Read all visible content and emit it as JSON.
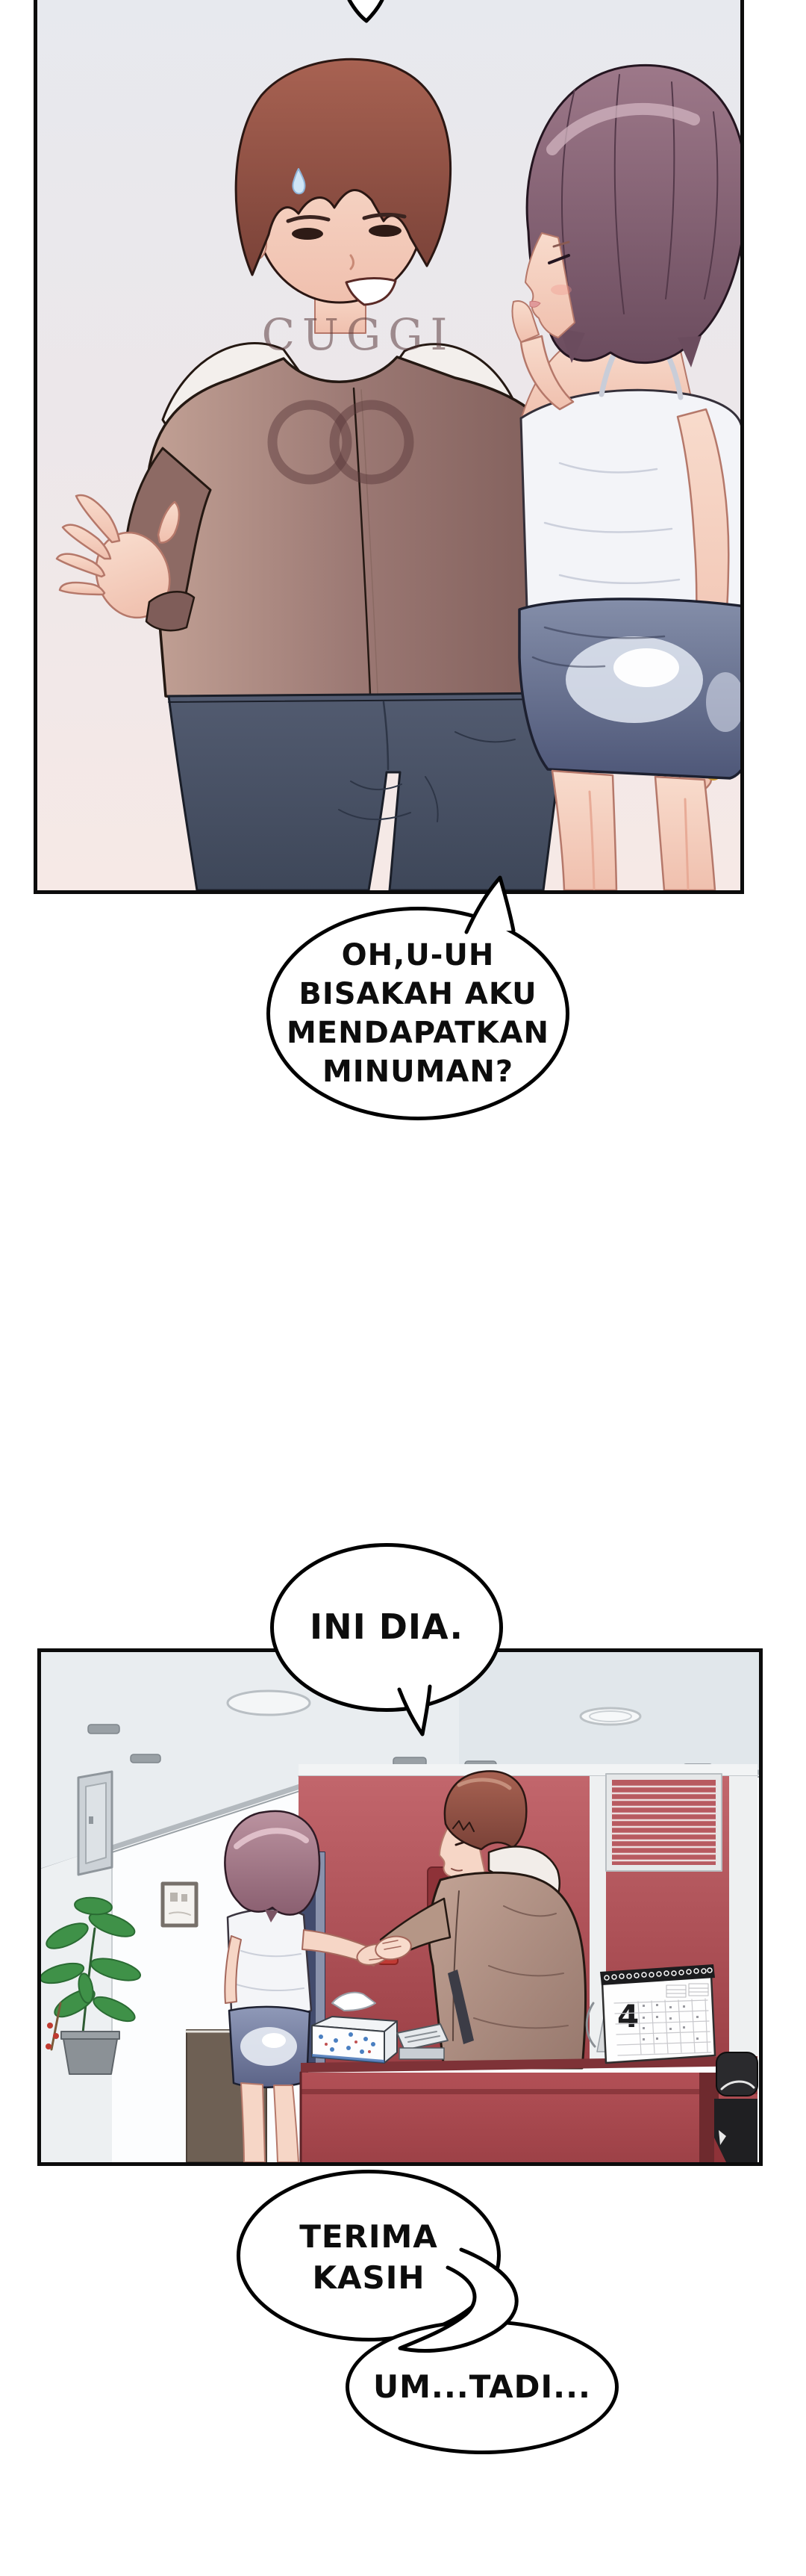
{
  "page": {
    "kind": "webtoon comic page",
    "language": "Indonesian",
    "background_color": "#ffffff"
  },
  "bubbles": {
    "b1": {
      "lines": [
        "OH,U-UH",
        "BISAKAH AKU",
        "MENDAPATKAN",
        "MINUMAN?"
      ]
    },
    "b2": {
      "text": "INI DIA."
    },
    "b3": {
      "text": "TERIMA KASIH"
    },
    "b4": {
      "text": "UM...TADI..."
    }
  },
  "panel1": {
    "hoodie_text": "CUGGI",
    "colors": {
      "background_top": "#e7e9ee",
      "background_bottom": "#f6e9e6",
      "hoodie_brown": "#9b7873",
      "jeans_blue": "#46506a",
      "skirt_blue": "#6e7894",
      "man_hair": "#9a5a4c",
      "woman_hair": "#8a6578",
      "bracelet_gold": "#c9972f"
    }
  },
  "panel2": {
    "calendar_number": "4",
    "colors": {
      "locker_red": "#b05056",
      "desk_red": "#a84a50",
      "door_blue": "#424b6d",
      "plant_green": "#3f9148",
      "ceiling_gray": "#e9edf0"
    }
  }
}
